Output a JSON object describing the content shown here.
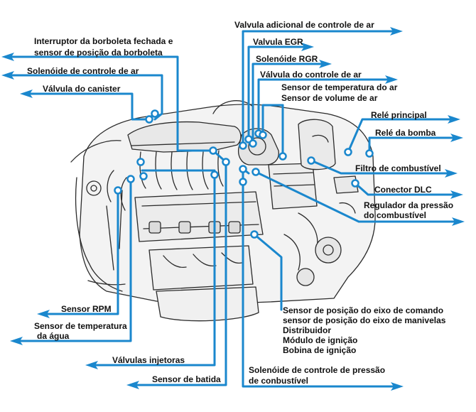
{
  "labels": {
    "valvula_adicional": "Valvula adicional de controle de ar",
    "interruptor_l1": "Interruptor da borboleta fechada e",
    "interruptor_l2": "sensor de posição da borboleta",
    "valvula_egr": "Valvula EGR",
    "solenoide_egr": "Solenóide RGR",
    "solenoide_controle_ar": "Solenóide de controle de ar",
    "valvula_controle_ar": "Válvula do controle de ar",
    "valvula_canister": "Válvula do canister",
    "sensor_temp_ar": "Sensor de temperatura do ar",
    "sensor_volume_ar": "Sensor de volume de ar",
    "rele_principal": "Relé principal",
    "rele_bomba": "Relé da bomba",
    "filtro_combustivel": "Filtro de combustível",
    "conector_dlc": "Conector DLC",
    "regulador_l1": "Regulador da pressão",
    "regulador_l2": "do combustível",
    "sensor_rpm": "Sensor RPM",
    "sensor_temp_agua_l1": "Sensor de temperatura",
    "sensor_temp_agua_l2": "da água",
    "sensor_comando": "Sensor de posição do eixo de comando",
    "sensor_manivelas": "sensor de posição do eixo de manivelas",
    "distribuidor": "Distribuidor",
    "modulo_ignicao": "Módulo de ignição",
    "bobina_ignicao": "Bobina de ignição",
    "valvulas_injetoras": "Válvulas injetoras",
    "solenoide_pressao_l1": "Solenóide de controle de pressão",
    "solenoide_pressao_l2": "de conbustível",
    "sensor_batida": "Sensor de batida"
  },
  "colors": {
    "leader": "#1a87cd",
    "engine_line": "#2b2b2b",
    "engine_fill": "#f3f3f3"
  }
}
